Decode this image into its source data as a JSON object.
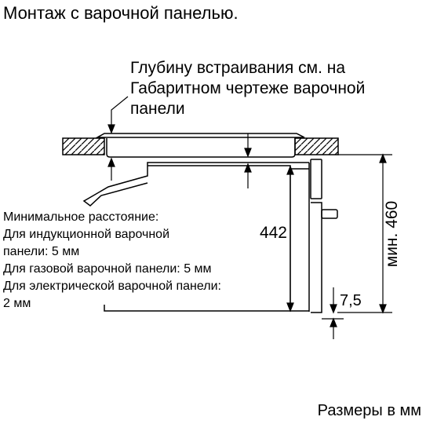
{
  "title": "Монтаж с варочной панелью.",
  "note_lines": [
    "Глубину встраивания см. на",
    "Габаритном чертеже варочной",
    "панели"
  ],
  "minimal_lines": [
    "Минимальное расстояние:",
    "Для индукционной варочной",
    "панели: 5 мм",
    "Для газовой варочной панели: 5 мм",
    "Для электрической варочной панели:",
    "2 мм"
  ],
  "dimensions": {
    "depth": "442",
    "height": "мин. 460",
    "gap": "7,5"
  },
  "units_label": "Размеры в мм",
  "colors": {
    "line": "#000000",
    "background": "#ffffff"
  }
}
